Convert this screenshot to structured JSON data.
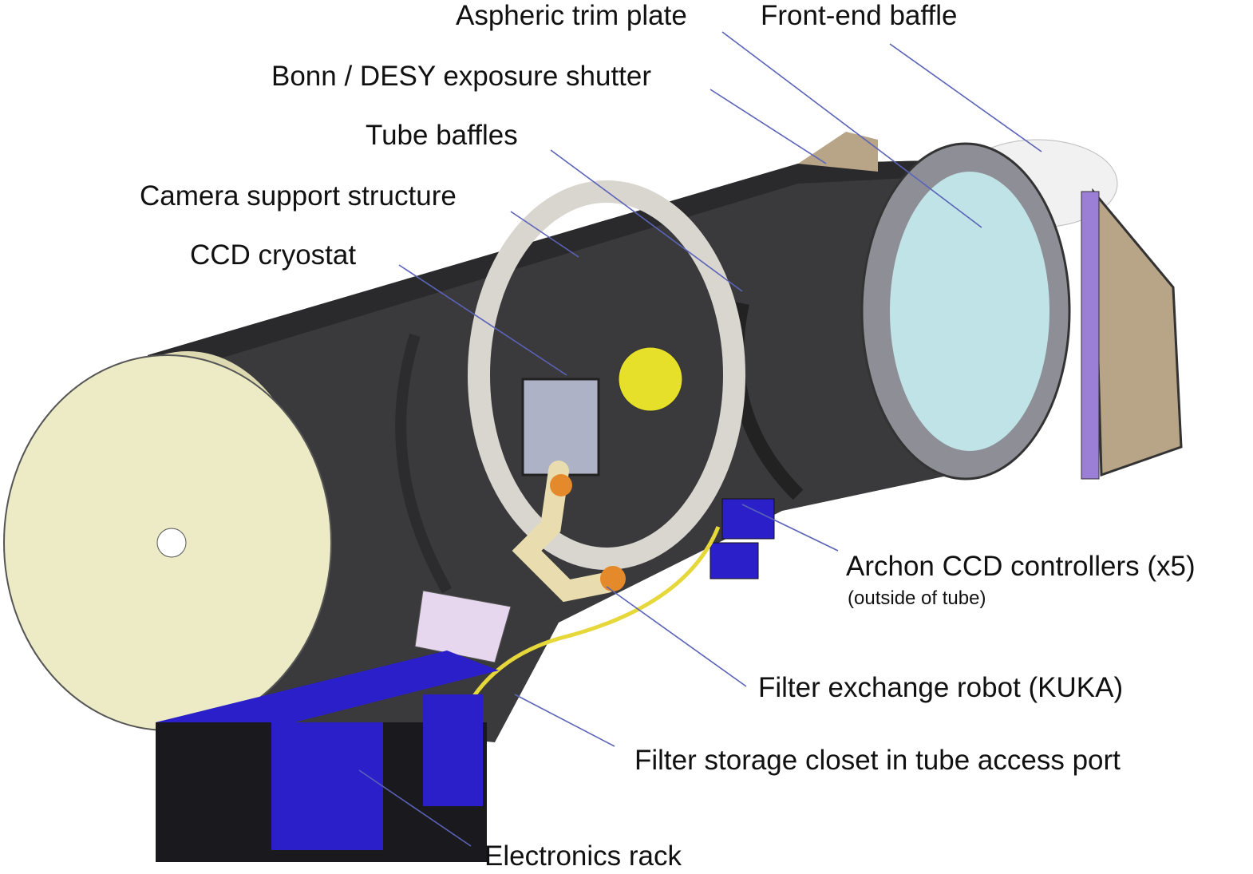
{
  "labels": {
    "aspheric_trim_plate": "Aspheric trim plate",
    "front_end_baffle": "Front-end baffle",
    "exposure_shutter": "Bonn / DESY exposure shutter",
    "tube_baffles": "Tube baffles",
    "camera_support": "Camera support structure",
    "ccd_cryostat": "CCD cryostat",
    "archon": "Archon CCD controllers (x5)",
    "archon_note": "(outside of tube)",
    "filter_robot": "Filter exchange robot (KUKA)",
    "filter_closet": "Filter storage closet in tube access port",
    "electronics_rack": "Electronics rack"
  },
  "colors": {
    "tube": "#3a3a3c",
    "cap": "#ecebc6",
    "rack": "#2a1fc8",
    "leader": "#5a63b8",
    "baffle_tan": "#b8a486",
    "shutter_purple": "#9b7fd6",
    "glass": "#bfe3e6"
  }
}
